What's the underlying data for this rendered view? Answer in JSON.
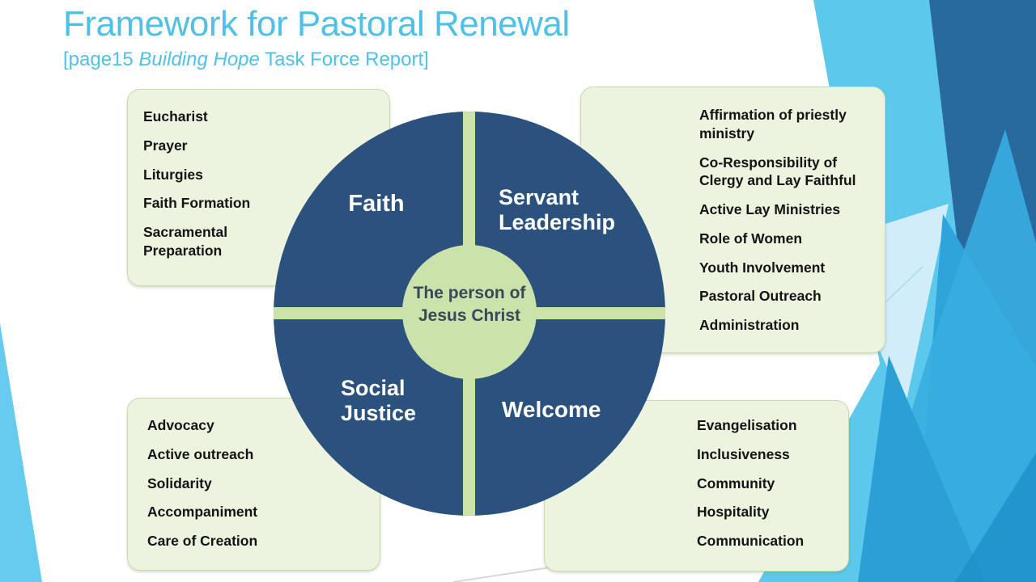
{
  "slide": {
    "title": "Framework for Pastoral Renewal",
    "subtitle_prefix": "[page15 ",
    "subtitle_italic": "Building Hope",
    "subtitle_suffix": " Task Force Report]"
  },
  "wheel": {
    "center": "The person of Jesus Christ",
    "labels": {
      "faith": "Faith",
      "servant_leadership": "Servant Leadership",
      "social_justice": "Social Justice",
      "welcome": "Welcome"
    }
  },
  "cards": {
    "faith": [
      "Eucharist",
      "Prayer",
      "Liturgies",
      "Faith Formation",
      "Sacramental Preparation"
    ],
    "servant_leadership": [
      "Affirmation of priestly ministry",
      "Co-Responsibility of Clergy and Lay Faithful",
      "Active Lay Ministries",
      "Role of Women",
      "Youth Involvement",
      "Pastoral Outreach",
      "Administration"
    ],
    "social_justice": [
      "Advocacy",
      "Active outreach",
      "Solidarity",
      "Accompaniment",
      "Care of Creation"
    ],
    "welcome": [
      "Evangelisation",
      "Inclusiveness",
      "Community",
      "Hospitality",
      "Communication"
    ]
  },
  "colors": {
    "title_blue": "#4fc1e8",
    "wheel_navy": "#2b527e",
    "wheel_green": "#cbe2ab",
    "card_fill": "#ecf3df",
    "card_border": "#c9dcae",
    "center_text": "#37495a",
    "bg_light_blue": "#5cc8ec",
    "bg_dark_blue": "#28699e",
    "bg_mid_blue": "#2ea4da",
    "bg_pale_blue": "#d6effa"
  }
}
